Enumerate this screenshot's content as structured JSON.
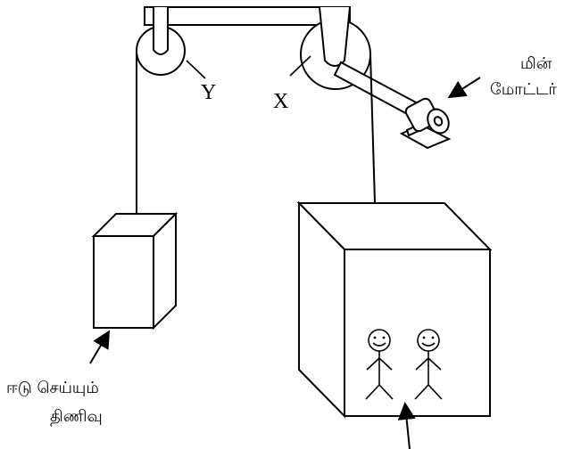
{
  "labels": {
    "pulley_y": "Y",
    "pulley_x": "X",
    "motor_line1": "மின்",
    "motor_line2": "மோட்டர்",
    "counterweight_line1": "ஈடு செய்யும்",
    "counterweight_line2": "திணிவு"
  }
}
